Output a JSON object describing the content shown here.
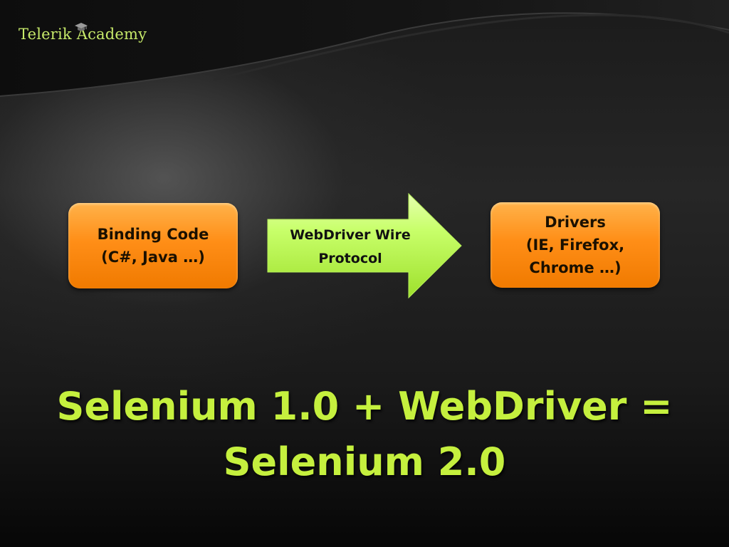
{
  "logo": {
    "text": "Telerik Academy",
    "icon": "graduation-cap-icon"
  },
  "diagram": {
    "left_box": {
      "line1": "Binding Code",
      "line2": "(C#, Java …)"
    },
    "arrow": {
      "line1": "WebDriver Wire",
      "line2": "Protocol"
    },
    "right_box": {
      "line1": "Drivers",
      "line2": "(IE, Firefox,",
      "line3": "Chrome …)"
    }
  },
  "title": {
    "line1": "Selenium 1.0 + WebDriver =",
    "line2": "Selenium 2.0"
  },
  "colors": {
    "accent_green": "#c5f03e",
    "box_orange": "#ff8e17",
    "arrow_green": "#c8ff6a",
    "logo_green": "#c7ea6a"
  }
}
